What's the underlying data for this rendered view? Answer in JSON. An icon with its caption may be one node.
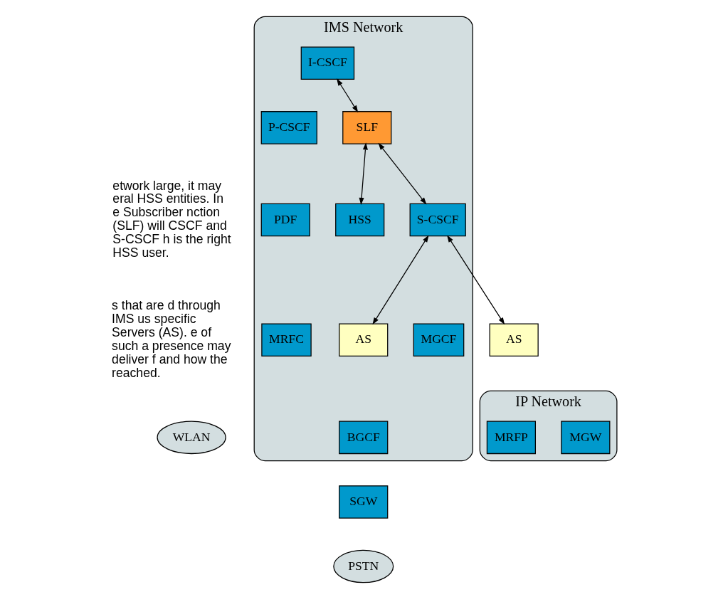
{
  "diagram": {
    "nodes": [
      {
        "text": [
          "AS"
        ]
      },
      {
        "text": [
          "IMS Network"
        ]
      },
      {
        "text": [
          "SLF"
        ],
        "in": 1
      },
      {
        "text": [
          "HSS"
        ],
        "in": 1
      },
      {
        "text": [
          "I-CSCF"
        ],
        "in": 1
      },
      {
        "text": [
          "AS"
        ],
        "in": 1
      },
      {
        "text": [
          "P-CSCF"
        ],
        "in": 1
      },
      {
        "text": [
          "S-CSCF"
        ],
        "in": 1
      },
      {
        "text": [
          "PDF"
        ],
        "in": 1
      },
      {
        "text": [
          "BGCF"
        ],
        "in": 1
      },
      {
        "text": [
          "MRFC"
        ],
        "in": 1
      },
      {
        "text": [
          "MGCF"
        ],
        "in": 1
      },
      {
        "text": [
          "SGW"
        ]
      },
      {
        "text": [
          "PSTN"
        ]
      },
      {
        "text": [
          "WLAN"
        ]
      },
      {
        "text": [
          "IP Network"
        ]
      },
      {
        "text": [
          "MGW"
        ],
        "in": 15
      },
      {
        "text": [
          "MRFP"
        ],
        "in": 15
      }
    ],
    "edges": [
      {
        "from": 4,
        "to": 2,
        "arrow": "both"
      },
      {
        "from": 2,
        "to": 3,
        "arrow": "both"
      },
      {
        "from": 2,
        "to": 7,
        "arrow": "both"
      },
      {
        "from": 7,
        "to": 5,
        "arrow": "both"
      },
      {
        "from": 7,
        "to": 0,
        "arrow": "both"
      }
    ],
    "labels": [
      "etwork large, it may eral HSS entities. In e Subscriber nction (SLF) will CSCF and S-CSCF h is the right HSS user.",
      "s that are d through IMS us specific Servers (AS). e of such a presence may deliver f and how the reached."
    ]
  }
}
